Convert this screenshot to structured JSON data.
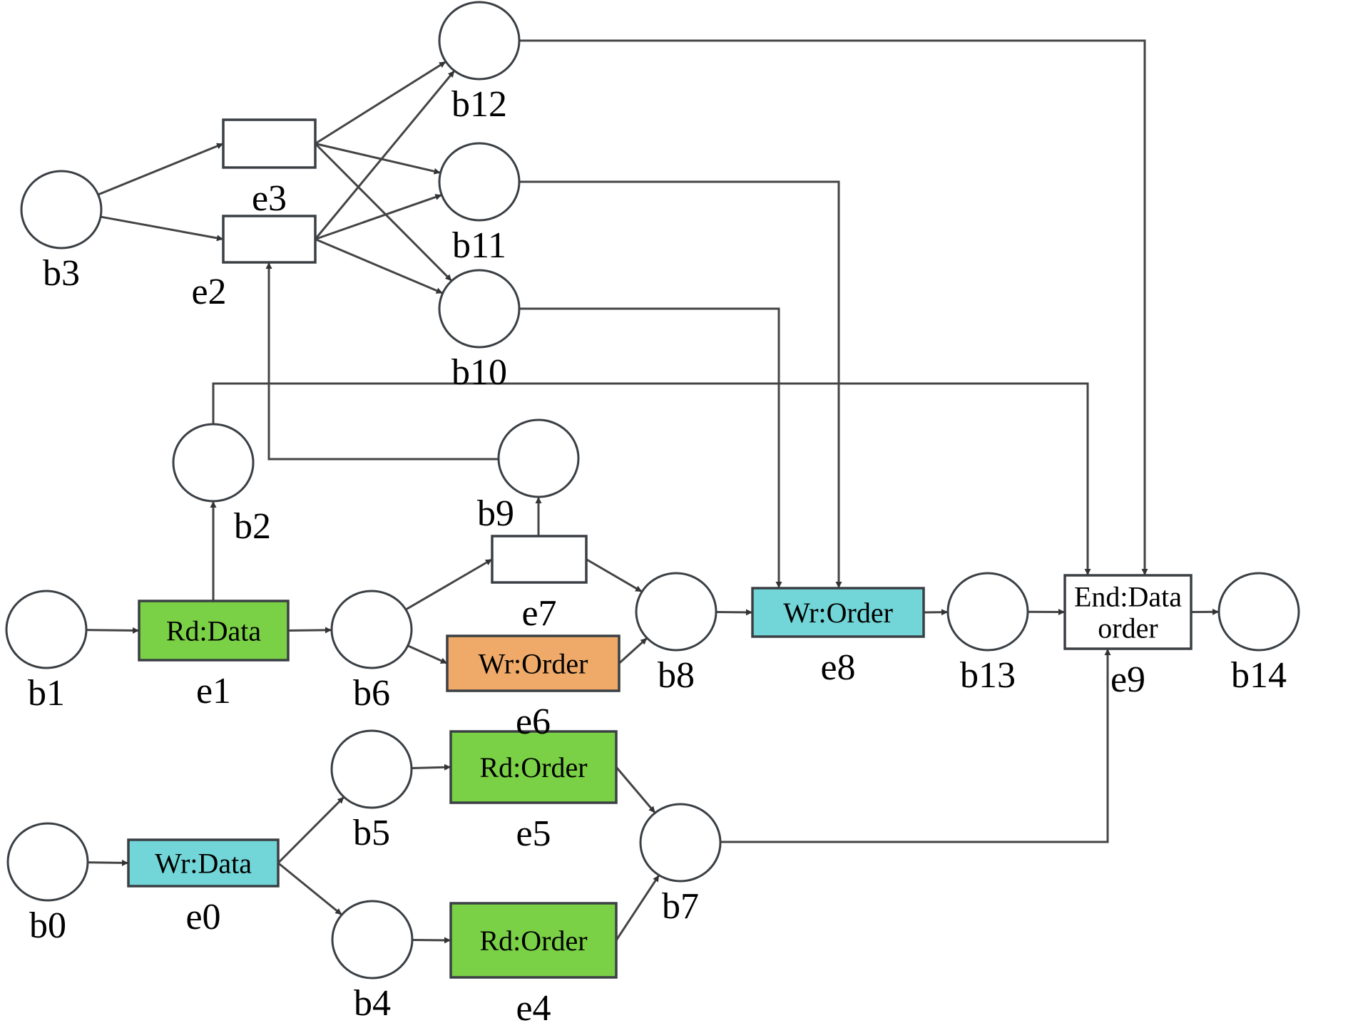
{
  "diagram": {
    "type": "occurrence-net",
    "colors": {
      "read": "#7ad146",
      "write": "#72d6d8",
      "conflict_write": "#efaa6a",
      "end": "#ffffff",
      "plain": "#ffffff",
      "stroke": "#3a3f44"
    },
    "places": [
      {
        "id": "b0",
        "label": "b0"
      },
      {
        "id": "b1",
        "label": "b1"
      },
      {
        "id": "b2",
        "label": "b2"
      },
      {
        "id": "b3",
        "label": "b3"
      },
      {
        "id": "b4",
        "label": "b4"
      },
      {
        "id": "b5",
        "label": "b5"
      },
      {
        "id": "b6",
        "label": "b6"
      },
      {
        "id": "b7",
        "label": "b7"
      },
      {
        "id": "b8",
        "label": "b8"
      },
      {
        "id": "b9",
        "label": "b9"
      },
      {
        "id": "b10",
        "label": "b10"
      },
      {
        "id": "b11",
        "label": "b11"
      },
      {
        "id": "b12",
        "label": "b12"
      },
      {
        "id": "b13",
        "label": "b13"
      },
      {
        "id": "b14",
        "label": "b14"
      }
    ],
    "transitions": [
      {
        "id": "e0",
        "label": "e0",
        "text": [
          "Wr:Data"
        ],
        "kind": "write"
      },
      {
        "id": "e1",
        "label": "e1",
        "text": [
          "Rd:Data"
        ],
        "kind": "read"
      },
      {
        "id": "e2",
        "label": "e2",
        "text": [],
        "kind": "plain"
      },
      {
        "id": "e3",
        "label": "e3",
        "text": [],
        "kind": "plain"
      },
      {
        "id": "e4",
        "label": "e4",
        "text": [
          "Rd:Order"
        ],
        "kind": "read"
      },
      {
        "id": "e5",
        "label": "e5",
        "text": [
          "Rd:Order"
        ],
        "kind": "read"
      },
      {
        "id": "e6",
        "label": "e6",
        "text": [
          "Wr:Order"
        ],
        "kind": "conflict_write"
      },
      {
        "id": "e7",
        "label": "e7",
        "text": [],
        "kind": "plain"
      },
      {
        "id": "e8",
        "label": "e8",
        "text": [
          "Wr:Order"
        ],
        "kind": "write"
      },
      {
        "id": "e9",
        "label": "e9",
        "text": [
          "End:Data",
          "order"
        ],
        "kind": "end"
      }
    ],
    "arcs": [
      [
        "b0",
        "e0"
      ],
      [
        "e0",
        "b5"
      ],
      [
        "e0",
        "b4"
      ],
      [
        "b5",
        "e5"
      ],
      [
        "b4",
        "e4"
      ],
      [
        "e5",
        "b7"
      ],
      [
        "e4",
        "b7"
      ],
      [
        "b7",
        "e9"
      ],
      [
        "b1",
        "e1"
      ],
      [
        "e1",
        "b2"
      ],
      [
        "e1",
        "b6"
      ],
      [
        "b6",
        "e7"
      ],
      [
        "b6",
        "e6"
      ],
      [
        "e7",
        "b9"
      ],
      [
        "e7",
        "b8"
      ],
      [
        "e6",
        "b8"
      ],
      [
        "b8",
        "e8"
      ],
      [
        "e8",
        "b13"
      ],
      [
        "b13",
        "e9"
      ],
      [
        "e9",
        "b14"
      ],
      [
        "b3",
        "e3"
      ],
      [
        "b3",
        "e2"
      ],
      [
        "e3",
        "b12"
      ],
      [
        "e3",
        "b11"
      ],
      [
        "e3",
        "b10"
      ],
      [
        "e2",
        "b12"
      ],
      [
        "e2",
        "b11"
      ],
      [
        "e2",
        "b10"
      ],
      [
        "b9",
        "e2"
      ],
      [
        "b2",
        "e9"
      ],
      [
        "b12",
        "e9"
      ],
      [
        "b11",
        "e8"
      ],
      [
        "b10",
        "e8"
      ]
    ]
  }
}
